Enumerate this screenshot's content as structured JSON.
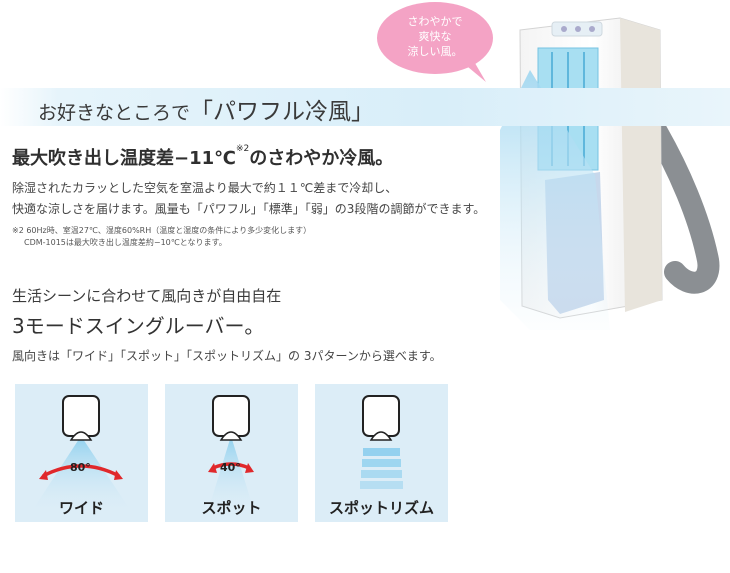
{
  "bubble": {
    "line1": "さわやかで",
    "line2": "爽快な",
    "line3": "涼しい風。"
  },
  "banner": {
    "prefix": "お好きなところで",
    "emphasis": "「パワフル冷風」"
  },
  "headline": {
    "main": "最大吹き出し温度差−11℃",
    "sup": "※2",
    "tail": "のさわやか冷風。"
  },
  "description": {
    "line1": "除湿されたカラッとした空気を室温より最大で約１１℃差まで冷却し、",
    "line2": "快適な涼しさを届けます。風量も「パワフル」「標準」「弱」の3段階の調節ができます。"
  },
  "footnote": {
    "line1": "※2 60Hz時、室温27℃、湿度60%RH（温度と湿度の条件により多少変化します）",
    "line2": "CDM-1015は最大吹き出し温度差約−10℃となります。"
  },
  "swing": {
    "subtitle": "生活シーンに合わせて風向きが自由自在",
    "title": "3モードスイングルーバー。",
    "description": "風向きは「ワイド」「スポット」「スポットリズム」の 3パターンから選べます。"
  },
  "modes": [
    {
      "label": "ワイド",
      "angle": "80°"
    },
    {
      "label": "スポット",
      "angle": "40°"
    },
    {
      "label": "スポットリズム",
      "angle": ""
    }
  ],
  "colors": {
    "accent_blue": "#7cc7ea",
    "pink_bubble": "#f4a3c5",
    "arrow_red": "#e0282b",
    "card_bg": "#dcedf7"
  }
}
